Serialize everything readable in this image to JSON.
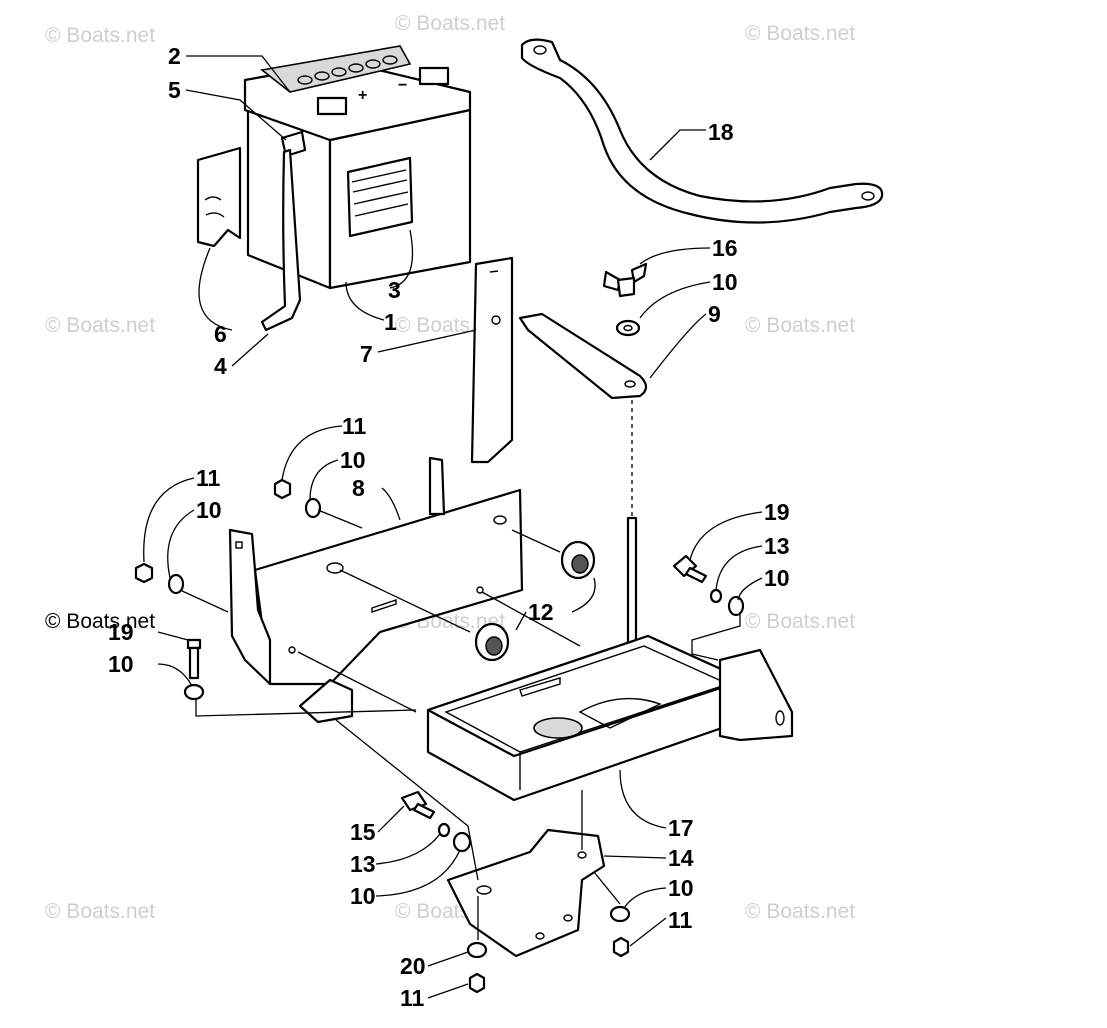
{
  "diagram": {
    "watermark_text": "© Boats.net",
    "callouts": {
      "c1": "1",
      "c2": "2",
      "c3": "3",
      "c4": "4",
      "c5": "5",
      "c6": "6",
      "c7": "7",
      "c8": "8",
      "c9": "9",
      "c10a": "10",
      "c10b": "10",
      "c10c": "10",
      "c10d": "10",
      "c10e": "10",
      "c10f": "10",
      "c10g": "10",
      "c11a": "11",
      "c11b": "11",
      "c11c": "11",
      "c11d": "11",
      "c12": "12",
      "c13a": "13",
      "c13b": "13",
      "c14": "14",
      "c15": "15",
      "c16": "16",
      "c17": "17",
      "c18": "18",
      "c19a": "19",
      "c19b": "19",
      "c20": "20"
    },
    "colors": {
      "line": "#000000",
      "watermark": "#cfcfcf",
      "background": "#ffffff"
    }
  }
}
